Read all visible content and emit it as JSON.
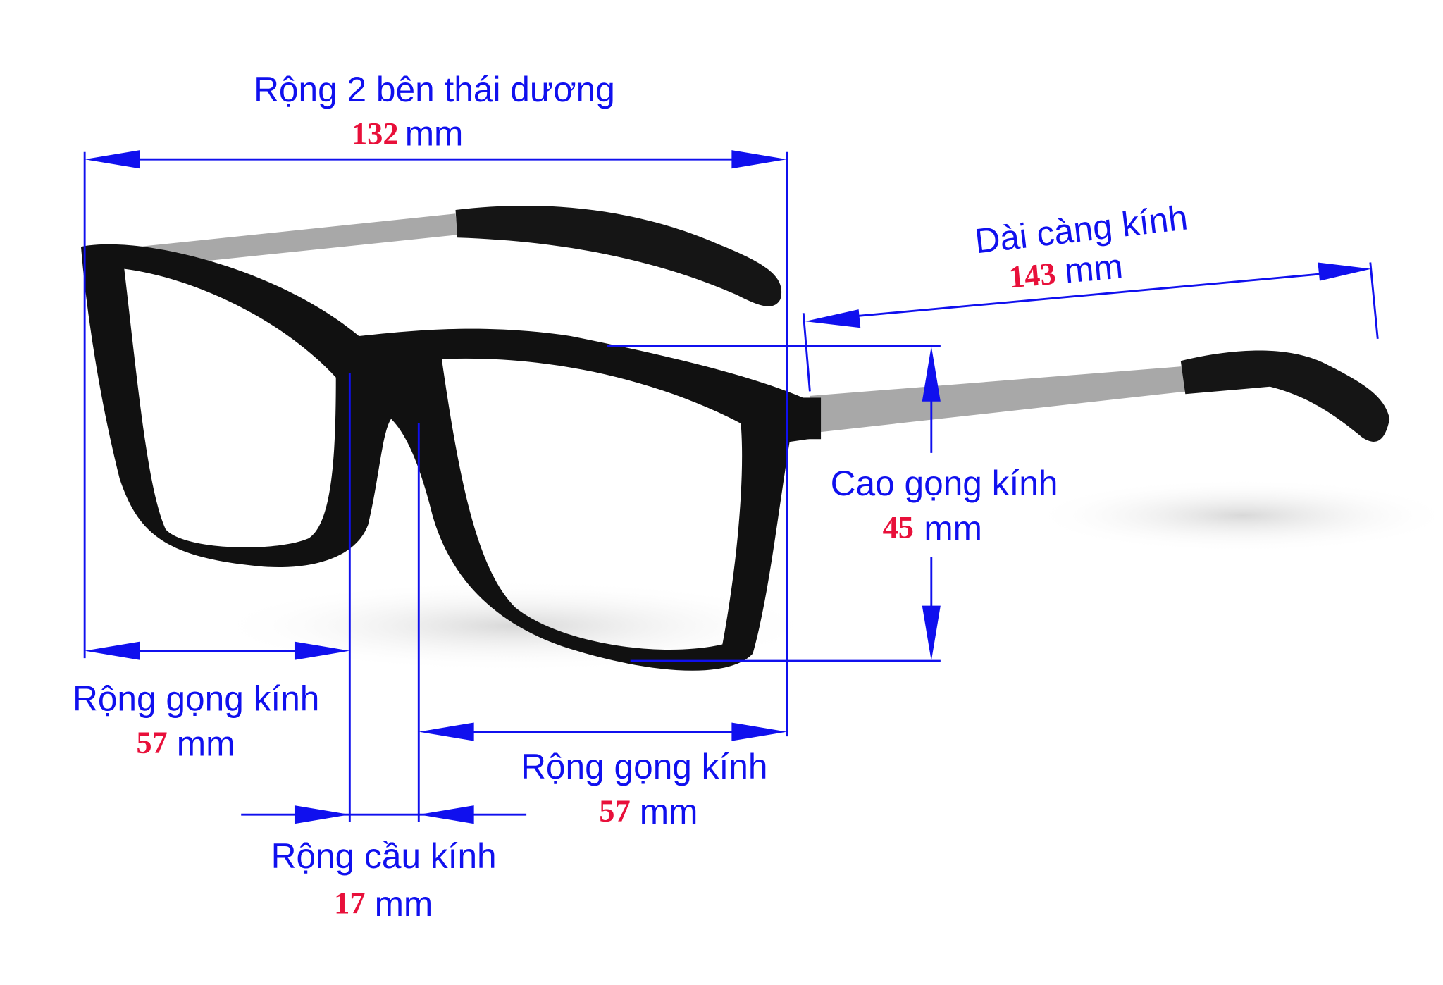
{
  "colors": {
    "dimension_line": "#1010ee",
    "value": "#e8103a",
    "frame": "#111111",
    "temple_metal": "#a8a8a8"
  },
  "unit": "mm",
  "measurements": {
    "temple_width": {
      "label": "Rộng 2 bên thái dương",
      "value": "132",
      "unit": "mm"
    },
    "arm_length": {
      "label": "Dài càng kính",
      "value": "143",
      "unit": "mm"
    },
    "lens_height": {
      "label": "Cao gọng kính",
      "value": "45",
      "unit": "mm"
    },
    "lens_width_left": {
      "label": "Rộng gọng kính",
      "value": "57",
      "unit": "mm"
    },
    "lens_width_right": {
      "label": "Rộng gọng kính",
      "value": "57",
      "unit": "mm"
    },
    "bridge_width": {
      "label": "Rộng cầu kính",
      "value": "17",
      "unit": "mm"
    }
  }
}
